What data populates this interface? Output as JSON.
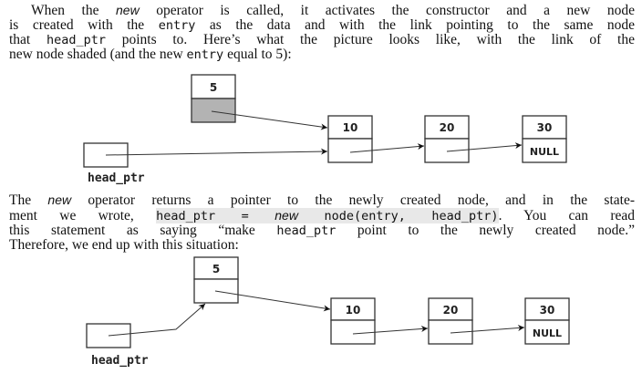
{
  "paragraph1": {
    "line1": {
      "a": "When the ",
      "b": "new",
      "c": " operator is called, it activates the constructor and a new node"
    },
    "line2": {
      "a": "is created with the ",
      "b": "entry",
      "c": " as the data and with the link pointing to the same node"
    },
    "line3": {
      "a": "that ",
      "b": "head_ptr",
      "c": " points to. Here’s what the picture looks like, with the link of the"
    },
    "line4": {
      "a": "new node shaded (and the new ",
      "b": "entry",
      "c": " equal to 5):"
    }
  },
  "paragraph2": {
    "line1": {
      "a": "The ",
      "b": "new",
      "c": " operator returns a pointer to the newly created node, and in the state-"
    },
    "line2": {
      "a": "ment we wrote, ",
      "code1": "head_ptr = ",
      "code_it": "new",
      "code2": " node(entry, head_ptr)",
      "c": ". You can read"
    },
    "line3": {
      "a": "this statement as saying “make ",
      "b": "head_ptr",
      "c": " point to the newly created node.”"
    },
    "line4": {
      "a": "Therefore, we end up with this situation:"
    }
  },
  "diagram1": {
    "new_node_value": "5",
    "nodes": [
      "10",
      "20",
      "30"
    ],
    "tail_link": "NULL",
    "pointer_label": "head_ptr"
  },
  "diagram2": {
    "new_node_value": "5",
    "nodes": [
      "10",
      "20",
      "30"
    ],
    "tail_link": "NULL",
    "pointer_label": "head_ptr"
  }
}
